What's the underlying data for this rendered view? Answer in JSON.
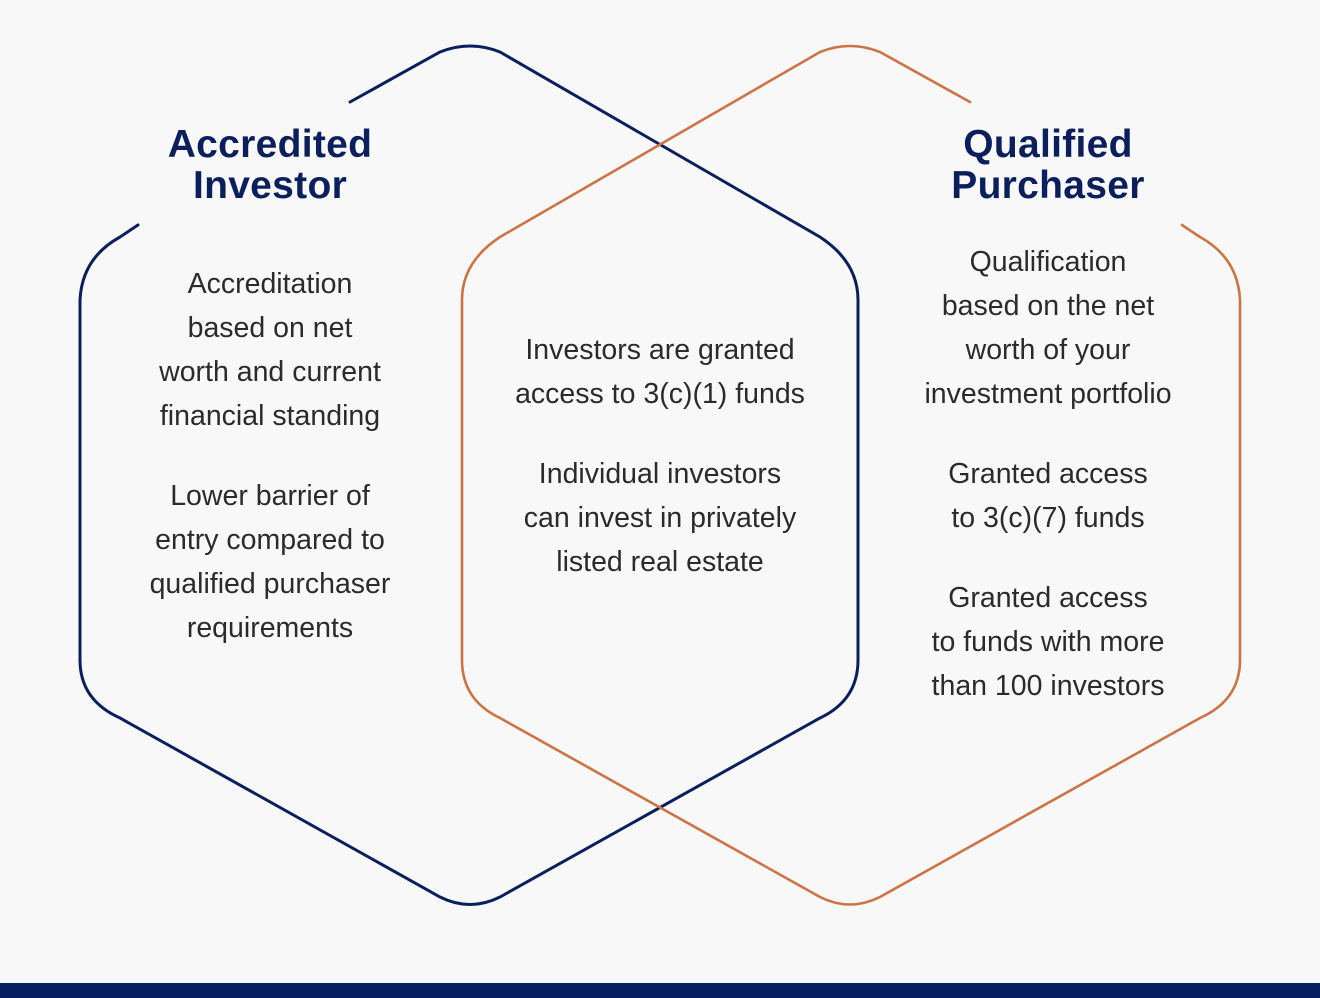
{
  "colors": {
    "background": "#f8f8f8",
    "accredited_outline": "#0a1f5c",
    "qualified_outline": "#cc7445",
    "title_text": "#0a1f5c",
    "body_text": "#2b2b2b",
    "footer_bar": "#061f5e"
  },
  "left": {
    "title_line1": "Accredited",
    "title_line2": "Investor",
    "points": [
      "Accreditation\nbased on net\nworth and current\nfinancial standing",
      "Lower barrier of\nentry compared to\nqualified purchaser\nrequirements"
    ]
  },
  "overlap": {
    "points": [
      "Investors are granted\naccess to 3(c)(1) funds",
      "Individual investors\ncan invest in privately\nlisted real estate"
    ]
  },
  "right": {
    "title_line1": "Qualified",
    "title_line2": "Purchaser",
    "points": [
      "Qualification\nbased on the net\nworth of your\ninvestment portfolio",
      "Granted access\nto 3(c)(7) funds",
      "Granted access\nto funds with more\nthan 100 investors"
    ]
  }
}
